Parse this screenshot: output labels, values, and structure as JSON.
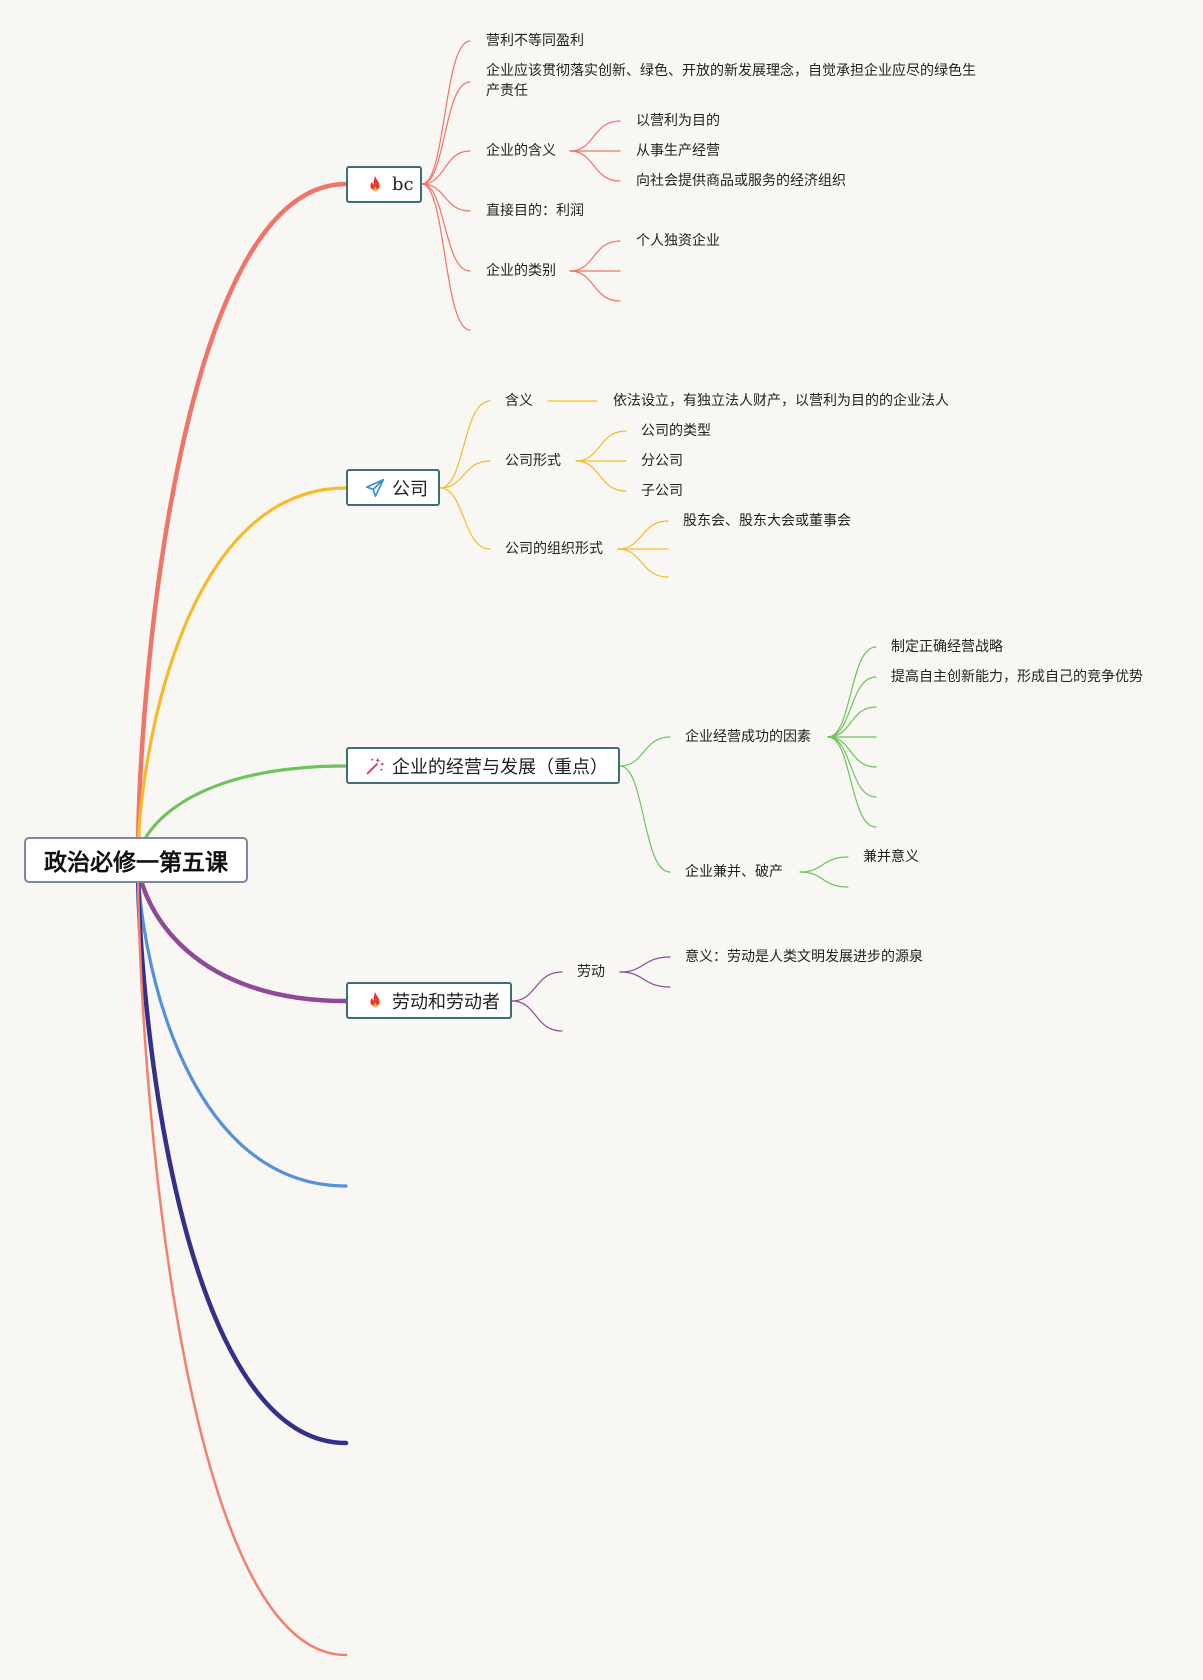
{
  "root": {
    "title": "政治必修一第五课"
  },
  "colors": {
    "red": "#f07467",
    "yellow": "#f6bb2c",
    "green": "#6cc45a",
    "purple": "#8e4a96",
    "blue": "#5491da",
    "navy": "#33308a",
    "salmon": "#f2806f"
  },
  "branches": {
    "bc": {
      "icon": "fire-icon",
      "title": "bc",
      "items": {
        "profit": "营利不等同盈利",
        "green": "企业应该贯彻落实创新、绿色、开放的新发展理念，自觉承担企业应尽的绿色生产责任",
        "meaning": {
          "label": "企业的含义",
          "children": [
            "以营利为目的",
            "从事生产经营",
            "向社会提供商品或服务的经济组织"
          ]
        },
        "goal": "直接目的：利润",
        "types": {
          "label": "企业的类别",
          "children": [
            "个人独资企业"
          ]
        }
      }
    },
    "company": {
      "icon": "paper-plane-icon",
      "title": "公司",
      "items": {
        "meaning": {
          "label": "含义",
          "child": "依法设立，有独立法人财产，以营利为目的的企业法人"
        },
        "forms": {
          "label": "公司形式",
          "children": [
            "公司的类型",
            "分公司",
            "子公司"
          ]
        },
        "org": {
          "label": "公司的组织形式",
          "children": [
            "股东会、股东大会或董事会"
          ]
        }
      }
    },
    "operation": {
      "icon": "magic-wand-icon",
      "title": "企业的经营与发展（重点）",
      "items": {
        "success": {
          "label": "企业经营成功的因素",
          "children": [
            "制定正确经营战略",
            "提高自主创新能力，形成自己的竞争优势"
          ]
        },
        "merger": {
          "label": "企业兼并、破产",
          "children": [
            "兼并意义"
          ]
        }
      }
    },
    "labor": {
      "icon": "fire-icon",
      "title": "劳动和劳动者",
      "items": {
        "labor": {
          "label": "劳动",
          "children": [
            "意义：劳动是人类文明发展进步的源泉"
          ]
        }
      }
    }
  }
}
